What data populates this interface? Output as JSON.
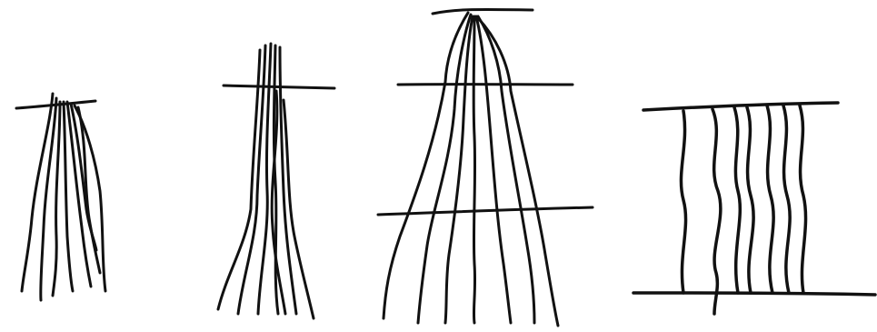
{
  "figure": {
    "background": "#ffffff",
    "ink_color": "#111111",
    "panels": [
      {
        "name": "panel-1",
        "horizontal_lines": 1,
        "strands": 8
      },
      {
        "name": "panel-2",
        "horizontal_lines": 1,
        "strands": 7
      },
      {
        "name": "panel-3",
        "horizontal_lines": 3,
        "strands": 7
      },
      {
        "name": "panel-4",
        "horizontal_lines": 2,
        "strands": 7
      }
    ]
  }
}
